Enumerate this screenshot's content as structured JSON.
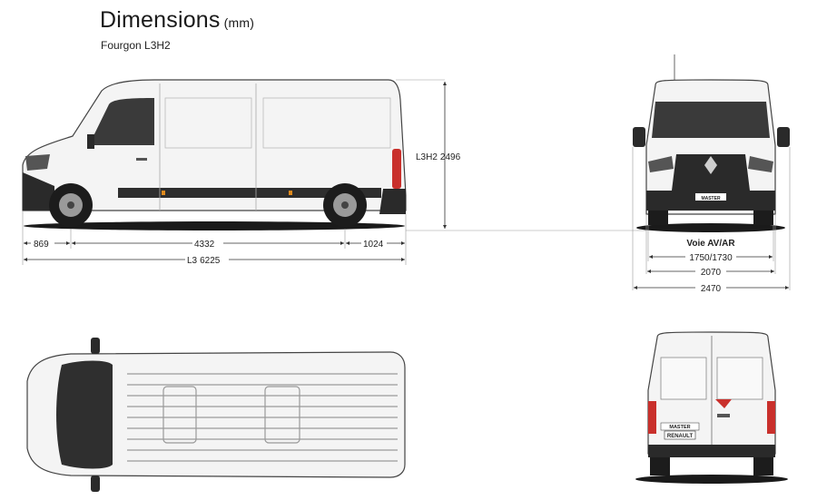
{
  "header": {
    "title": "Dimensions",
    "title_unit": "(mm)",
    "subtitle": "Fourgon L3H2"
  },
  "dimensions": {
    "front_overhang": "869",
    "wheelbase": "4332",
    "rear_overhang": "1024",
    "length_code": "L3",
    "length": "6225",
    "height_code": "L3H2",
    "height": "2496",
    "track_label": "Voie AV/AR",
    "track": "1750/1730",
    "width_body": "2070",
    "width_mirrors": "2470"
  },
  "badges": {
    "front_badge": "MASTER",
    "rear_badge_model": "MASTER",
    "rear_badge_brand": "RENAULT"
  },
  "colors": {
    "body": "#f2f2f2",
    "outline": "#444444",
    "glass": "#3a3a3a",
    "trim": "#2a2a2a",
    "taillight": "#c9302c",
    "indicator": "#e08a1e"
  }
}
